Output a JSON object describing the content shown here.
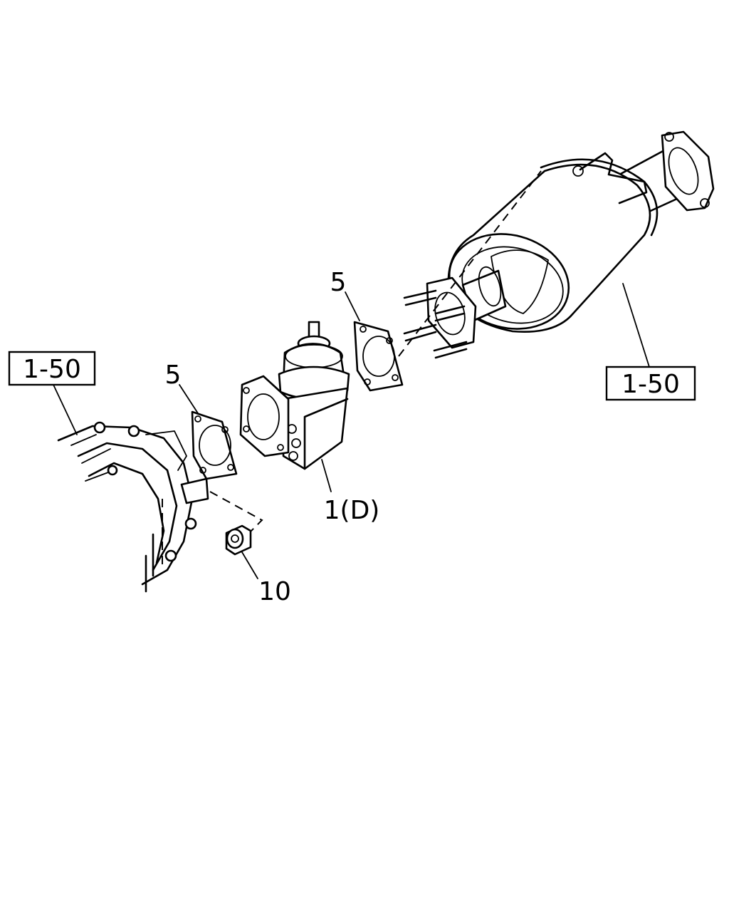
{
  "callouts": {
    "ref_left": "1-50",
    "ref_right": "1-50",
    "gasket_left": "5",
    "gasket_right": "5",
    "valve": "1(D)",
    "nut": "10"
  }
}
